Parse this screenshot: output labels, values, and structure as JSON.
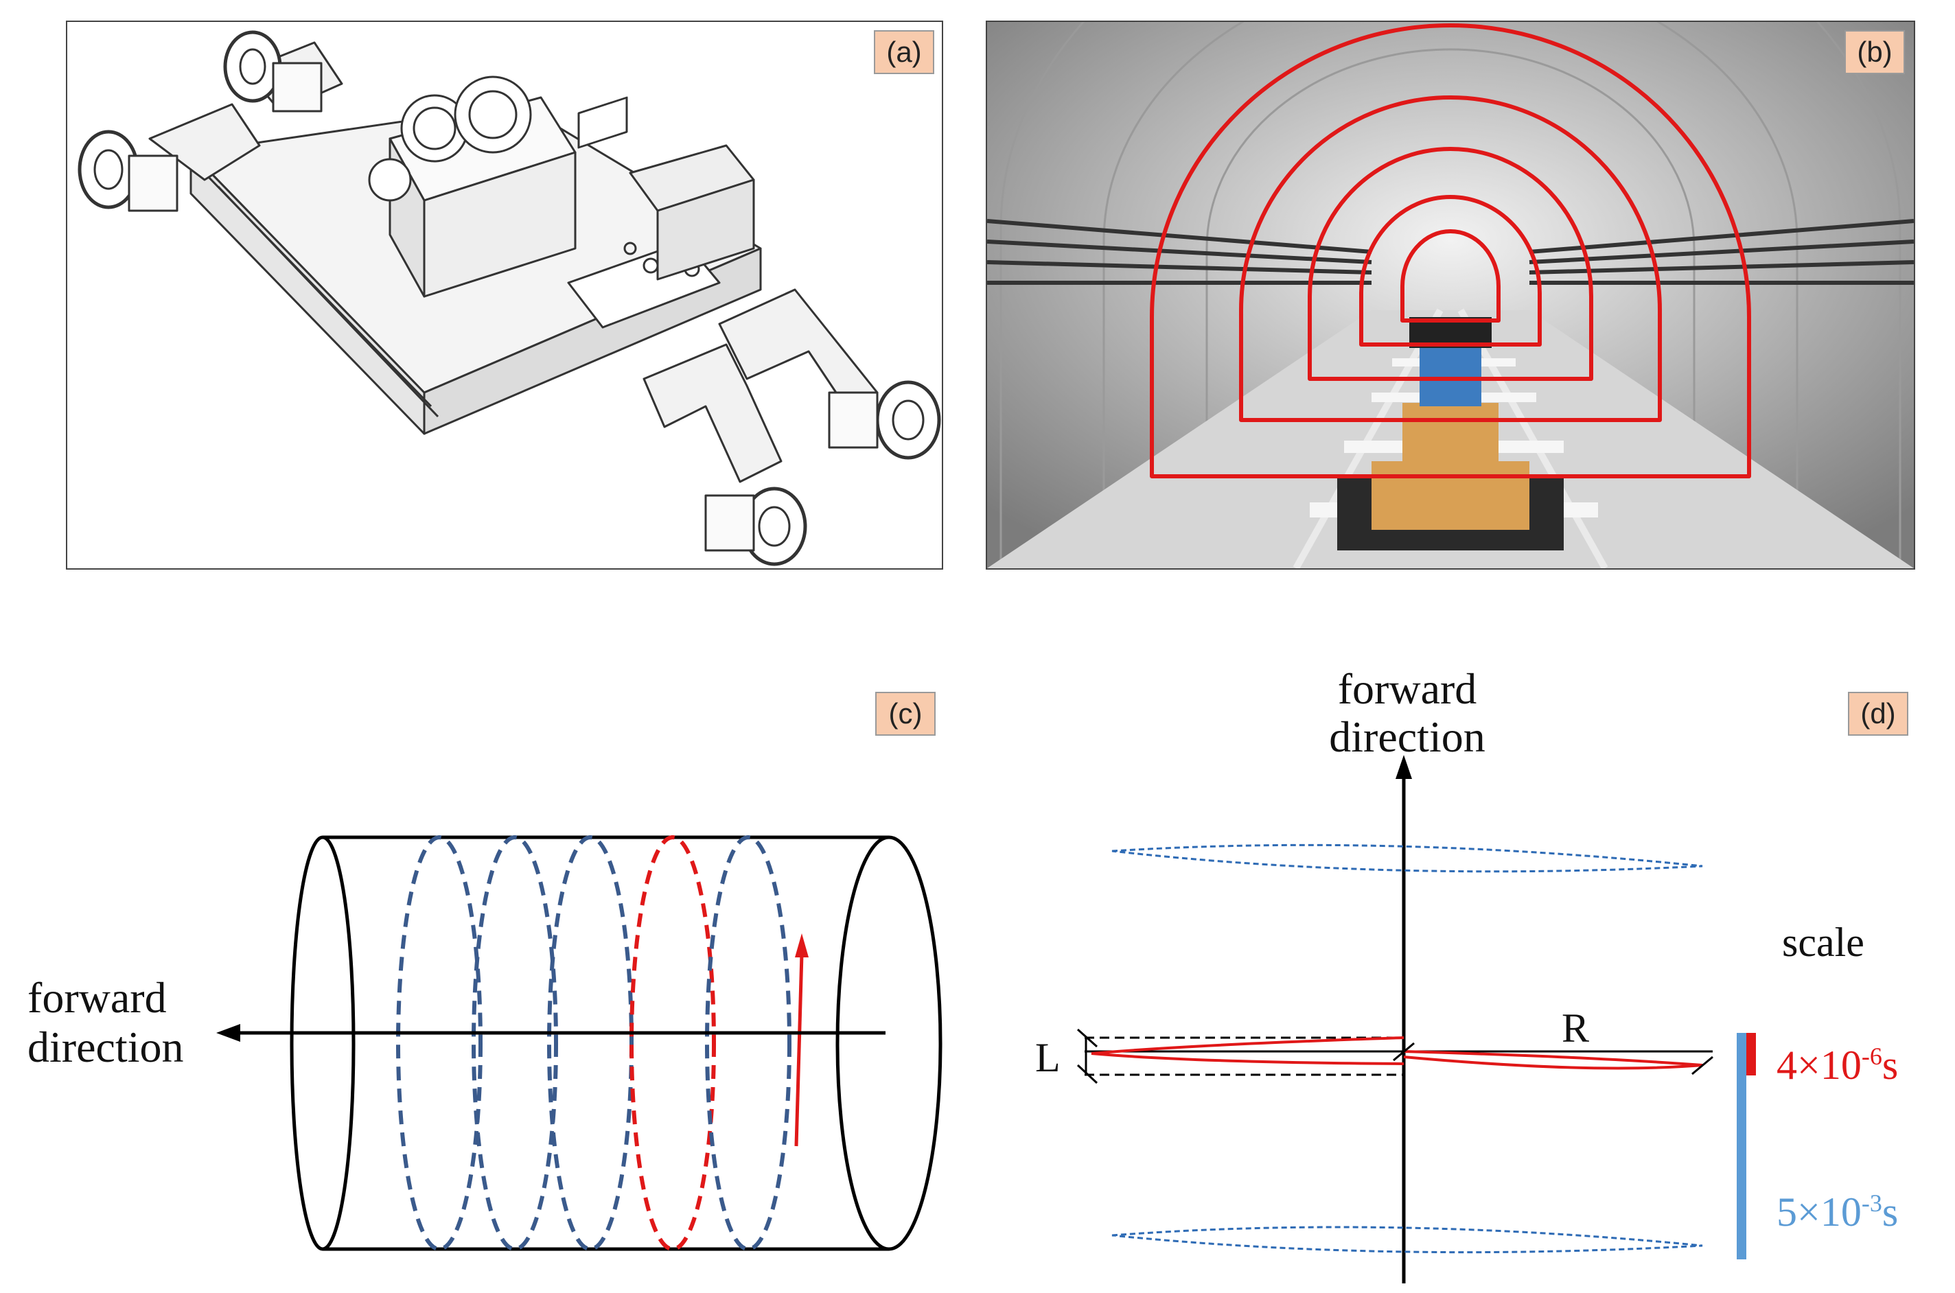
{
  "panels": {
    "a": {
      "tag": "(a)"
    },
    "b": {
      "tag": "(b)"
    },
    "c": {
      "tag": "(c)",
      "direction_label": [
        "forward",
        "direction"
      ]
    },
    "d": {
      "tag": "(d)",
      "direction_label": [
        "forward",
        "direction"
      ],
      "L_label": "L",
      "R_label": "R",
      "scale_label": "scale",
      "scale_red": {
        "base": "4×10",
        "exp": "-6",
        "unit": "s"
      },
      "scale_blue": {
        "base": "5×10",
        "exp": "-3",
        "unit": "s"
      }
    }
  },
  "colors": {
    "red": "#e01818",
    "blue_dash": "#2e6bb5",
    "navy_dash": "#3a5a8c",
    "scale_blue": "#5b9bd5",
    "tag_bg": "#f8cbad"
  }
}
